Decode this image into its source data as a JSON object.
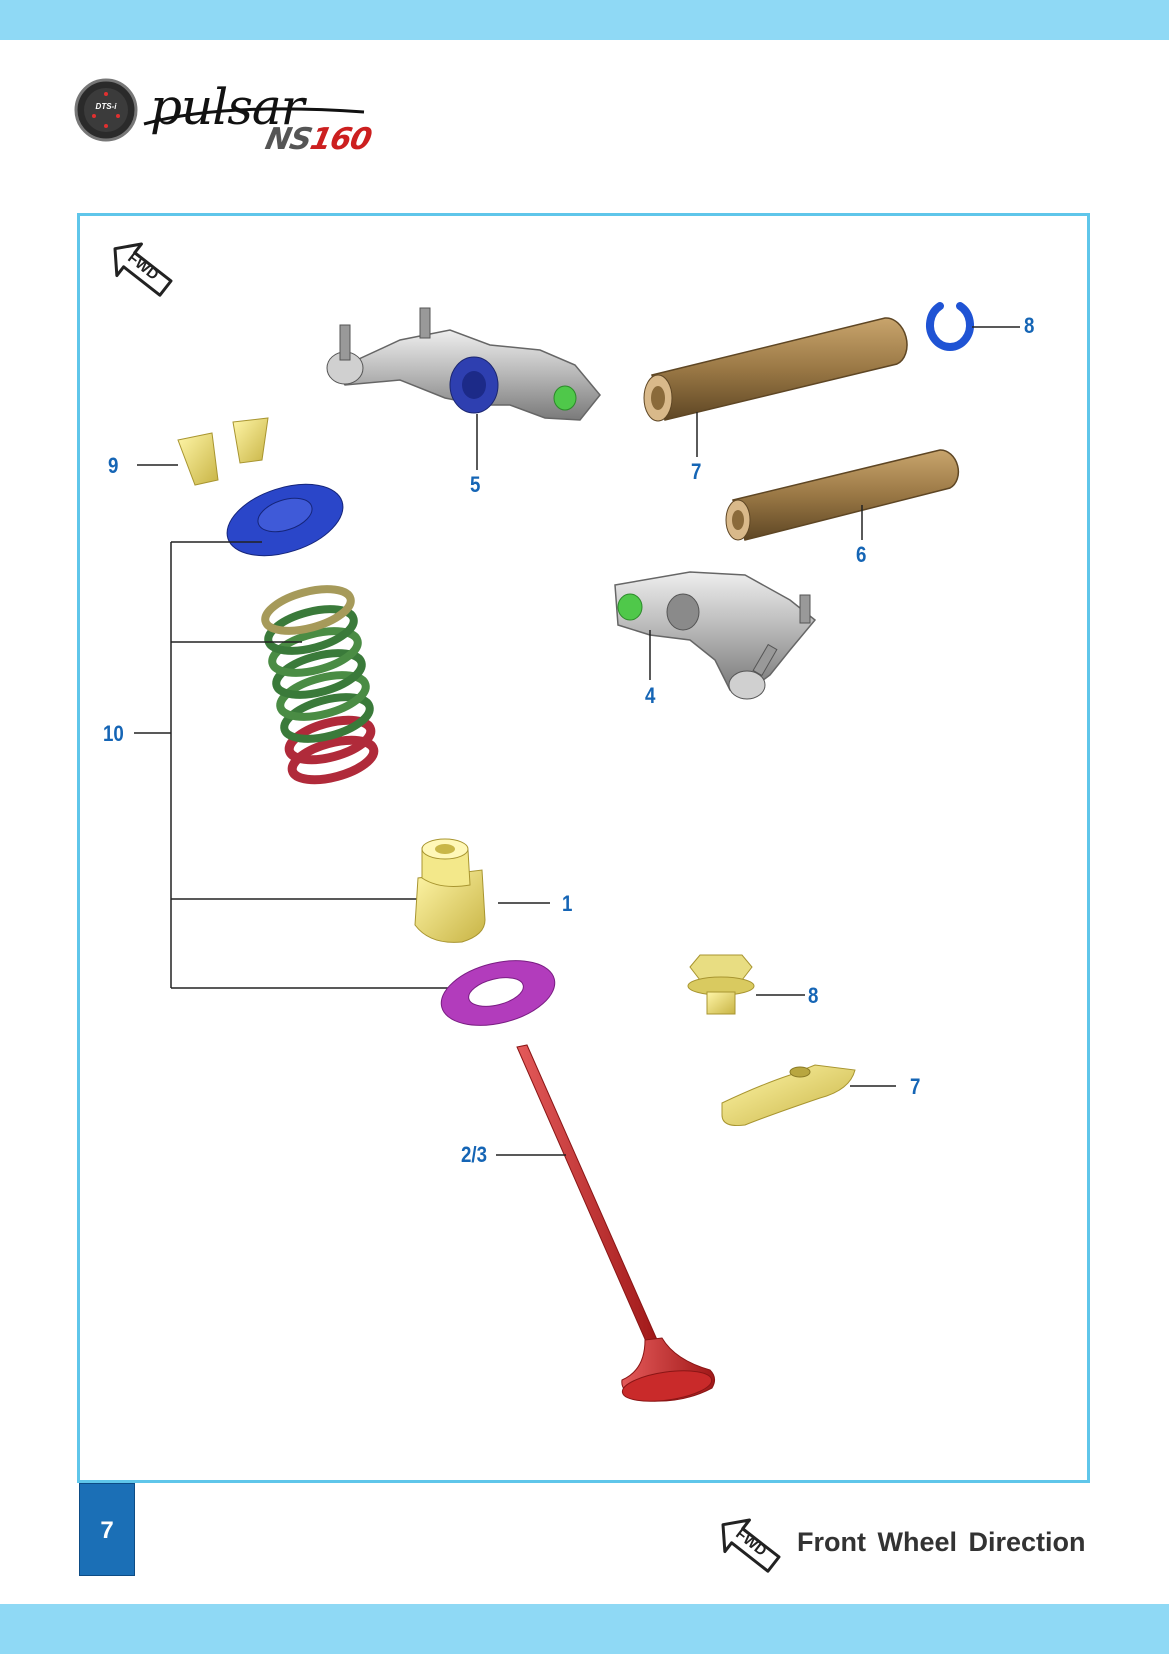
{
  "brand": {
    "badge_text": "DTS-i",
    "name": "pulsar",
    "model_prefix": "NS",
    "model_number": "160"
  },
  "fwd_icon_label": "FWD",
  "callouts": {
    "c8_top": "8",
    "c5": "5",
    "c7_top": "7",
    "c9": "9",
    "c6": "6",
    "c4": "4",
    "c10": "10",
    "c1": "1",
    "c8_bottom": "8",
    "c7_bottom": "7",
    "c2_3": "2/3"
  },
  "footer": {
    "page_number": "7",
    "legend": "Front Wheel Direction"
  },
  "colors": {
    "band": "#8fd9f5",
    "frame": "#5fc6ea",
    "callout": "#1565b5",
    "page_box": "#1b6fb6"
  }
}
